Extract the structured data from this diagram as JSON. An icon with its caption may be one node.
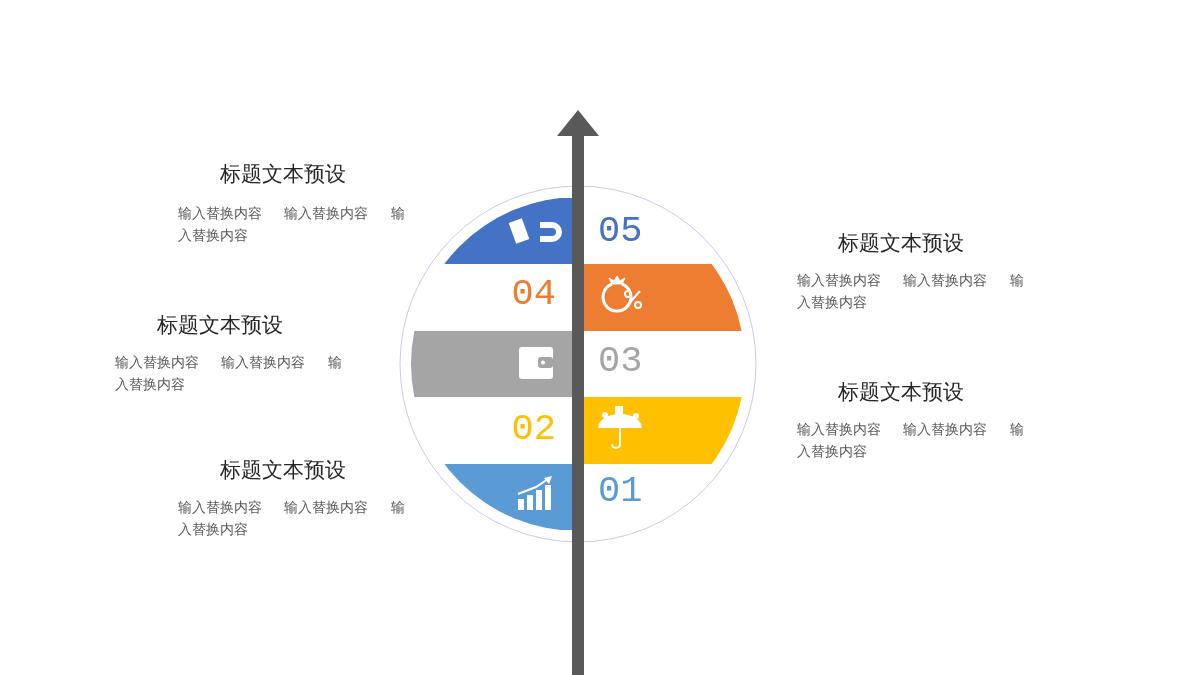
{
  "diagram": {
    "labels": [
      "标题文本预设",
      "输入替换内容 输入替换内容 输入替换内容",
      "05",
      "标题文本预设",
      "输入替换内容 输入替换内容 输入替换内容",
      "04",
      "标题文本预设",
      "输入替换内容 输入替换内容 输入替换内容",
      "03",
      "标题文本预设",
      "输入替换内容 输入替换内容 输入替换内容",
      "02",
      "标题文本预设",
      "输入替换内容 输入替换内容 输入替换内容",
      "01"
    ]
  }
}
